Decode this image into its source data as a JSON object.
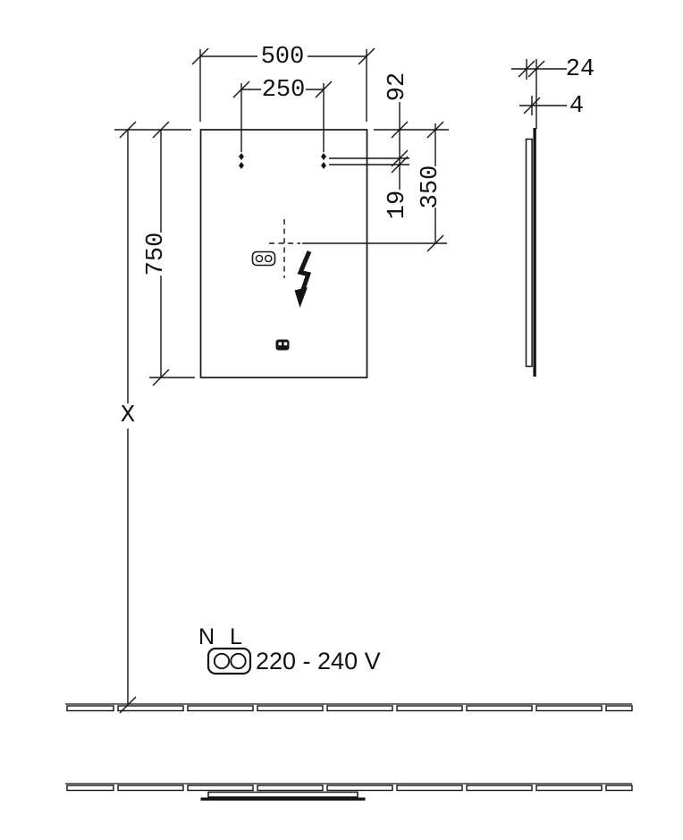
{
  "front": {
    "width_label": "500",
    "hole_spacing_label": "250",
    "height_label": "750",
    "top_offset_label": "92",
    "hook_gap_label": "19",
    "connection_drop_label": "350",
    "install_height_label": "X"
  },
  "side": {
    "depth_label": "24",
    "glass_thickness_label": "4"
  },
  "power": {
    "neutral_label": "N",
    "live_label": "L",
    "voltage_label": "220 - 240 V"
  },
  "colors": {
    "line": "#151515",
    "background": "#ffffff"
  }
}
